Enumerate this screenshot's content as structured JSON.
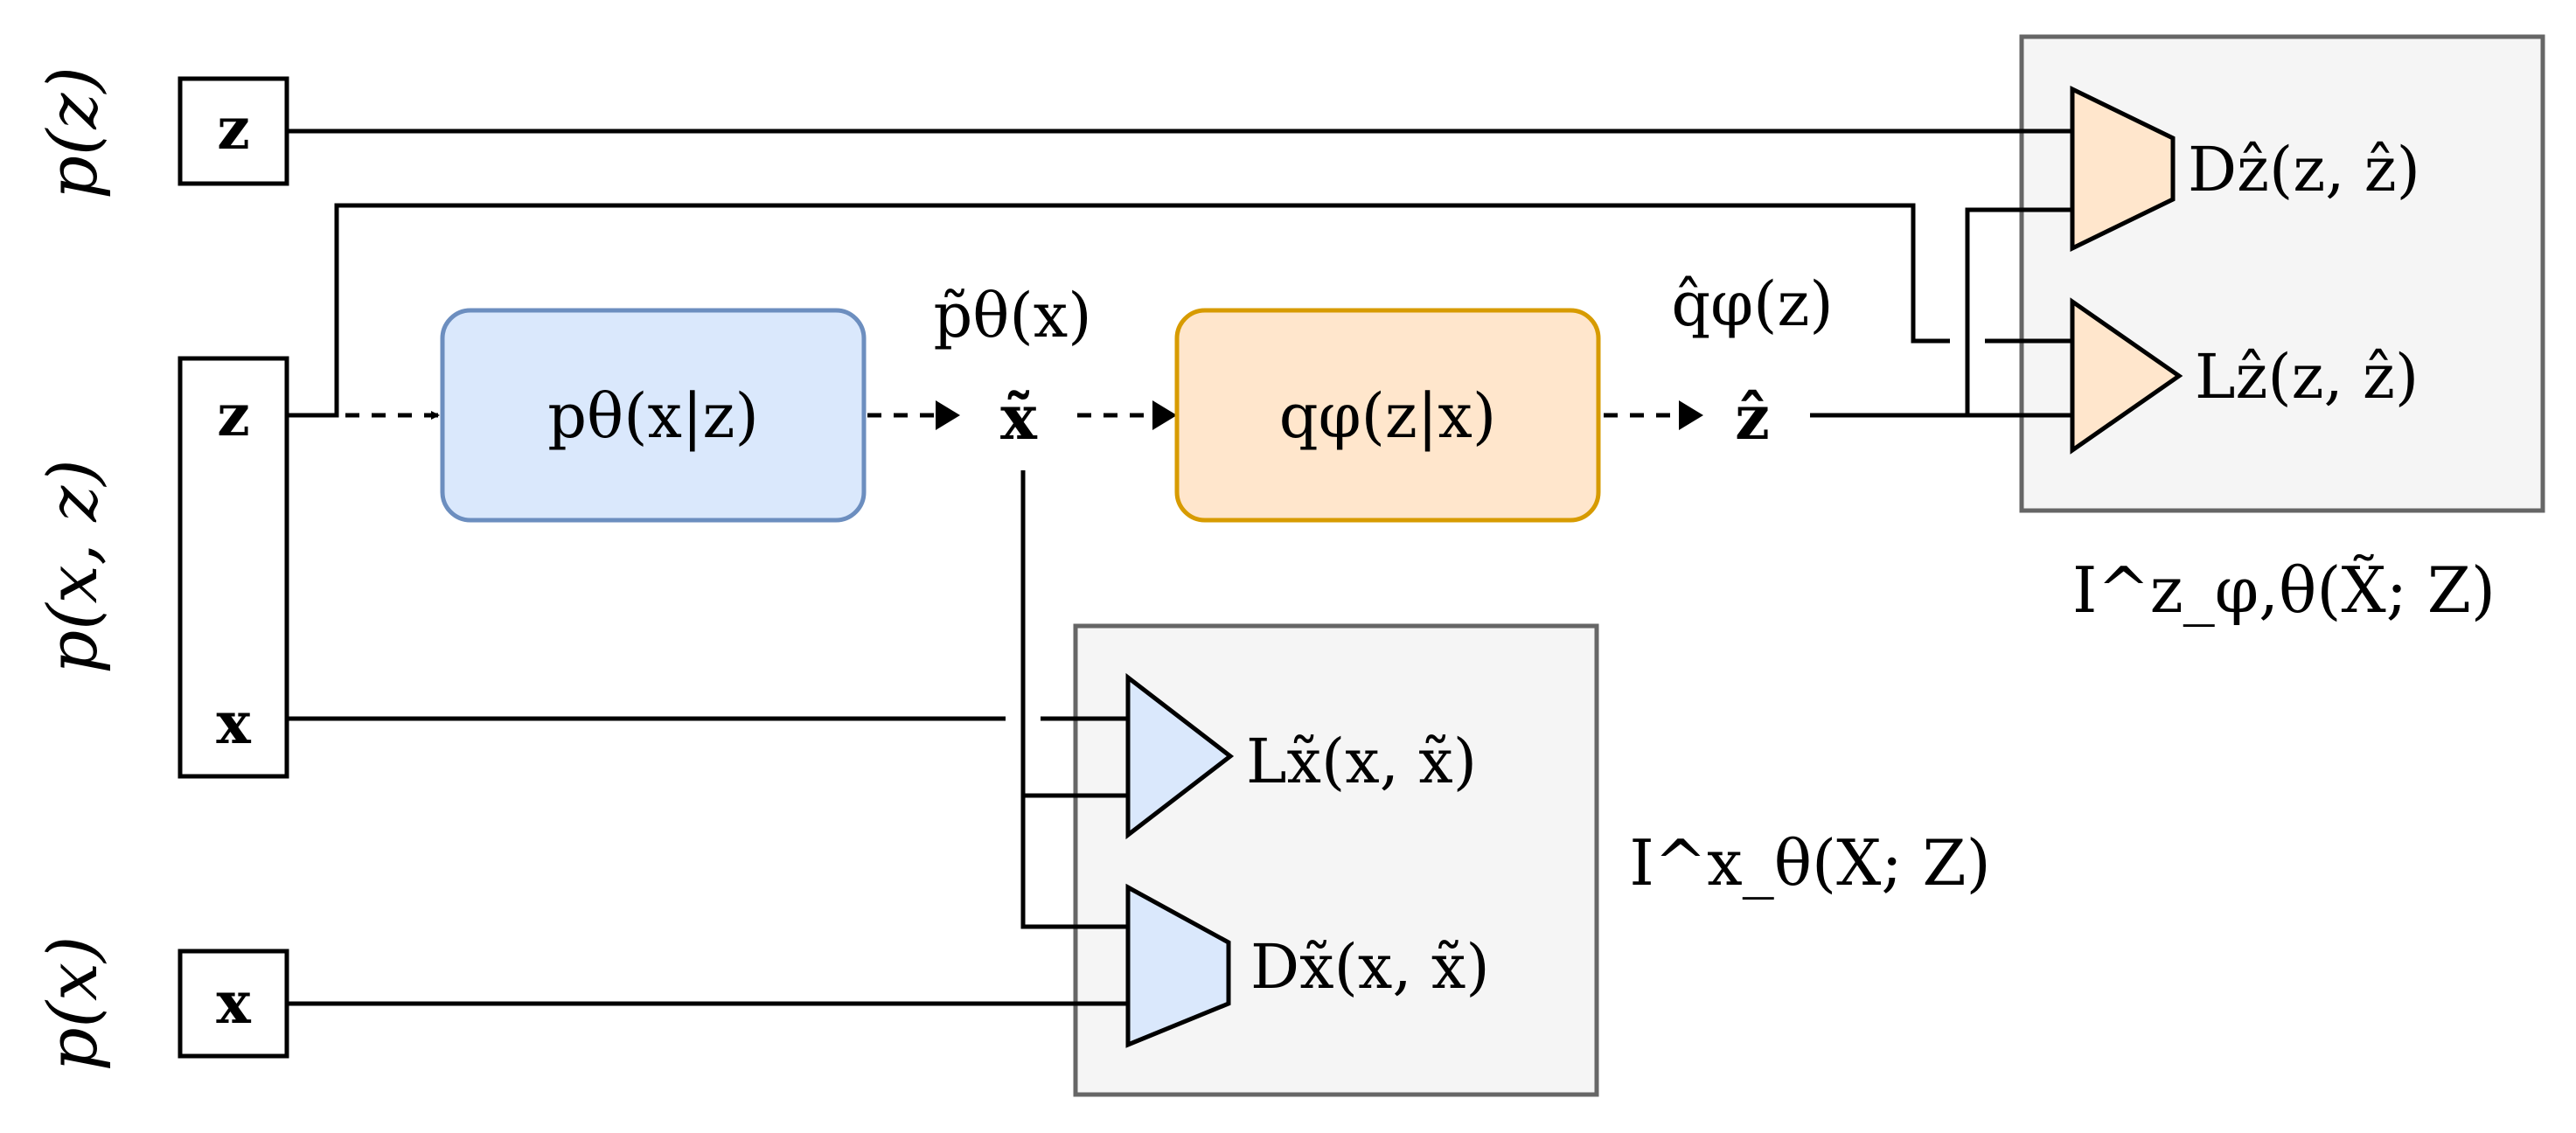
{
  "colors": {
    "decoder_fill": "#dae8fc",
    "decoder_stroke": "#6c8ebf",
    "encoder_fill": "#ffe6cc",
    "encoder_stroke": "#d79b00",
    "group_fill": "#f5f5f5",
    "group_stroke": "#666666"
  },
  "side_labels": {
    "p_z": "p(z)",
    "p_xz": "p(x, z)",
    "p_x": "p(x)"
  },
  "inputs": {
    "z_top": "z",
    "pair_z": "z",
    "pair_x": "x",
    "x_bottom": "x"
  },
  "nodes": {
    "decoder": "pθ(x|z)",
    "encoder": "qφ(z|x)"
  },
  "flow": {
    "x_tilde": "x̃",
    "p_tilde_label": "p̃θ(x)",
    "z_hat": "ẑ",
    "q_hat_label": "q̂φ(z)"
  },
  "z_group": {
    "discriminator": "Dẑ(z, ẑ)",
    "loss": "Lẑ(z, ẑ)",
    "caption": "I^z_φ,θ(X̃; Z)"
  },
  "x_group": {
    "loss": "Lx̃(x, x̃)",
    "discriminator": "Dx̃(x, x̃)",
    "caption": "I^x_θ(X; Z)"
  }
}
